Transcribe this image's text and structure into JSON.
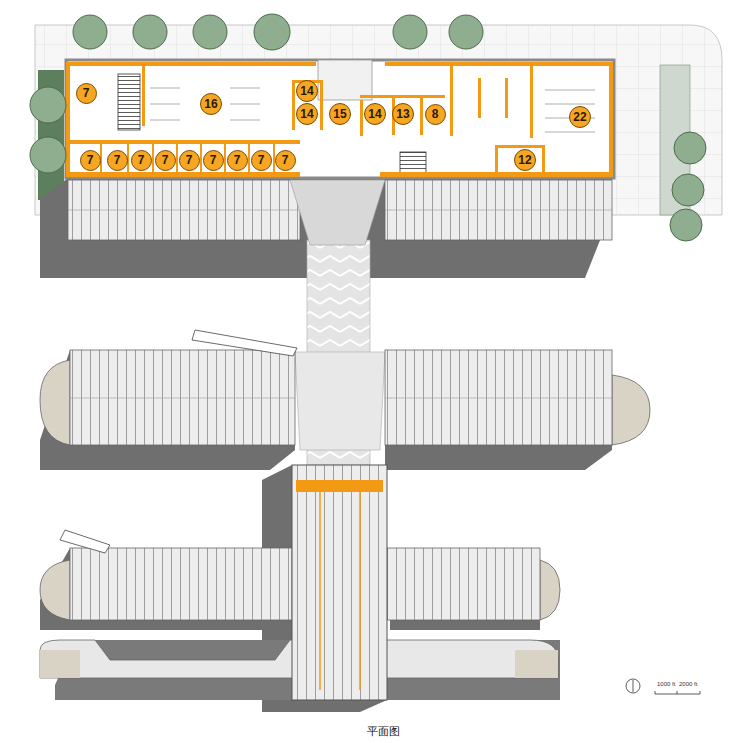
{
  "diagram": {
    "caption": "平面图",
    "nodes": [
      {
        "text": [
          "7"
        ]
      },
      {
        "text": [
          "16"
        ]
      },
      {
        "text": [
          "14"
        ]
      },
      {
        "text": [
          "14"
        ]
      },
      {
        "text": [
          "15"
        ]
      },
      {
        "text": [
          "14"
        ]
      },
      {
        "text": [
          "13"
        ]
      },
      {
        "text": [
          "8"
        ]
      },
      {
        "text": [
          "22"
        ]
      },
      {
        "text": [
          "12"
        ]
      },
      {
        "text": [
          "7"
        ]
      },
      {
        "text": [
          "7"
        ]
      },
      {
        "text": [
          "7"
        ]
      },
      {
        "text": [
          "7"
        ]
      },
      {
        "text": [
          "7"
        ]
      },
      {
        "text": [
          "7"
        ]
      },
      {
        "text": [
          "7"
        ]
      },
      {
        "text": [
          "7"
        ]
      },
      {
        "text": [
          "7"
        ]
      }
    ],
    "labels": [
      "1000 ft",
      "2000 ft"
    ]
  }
}
